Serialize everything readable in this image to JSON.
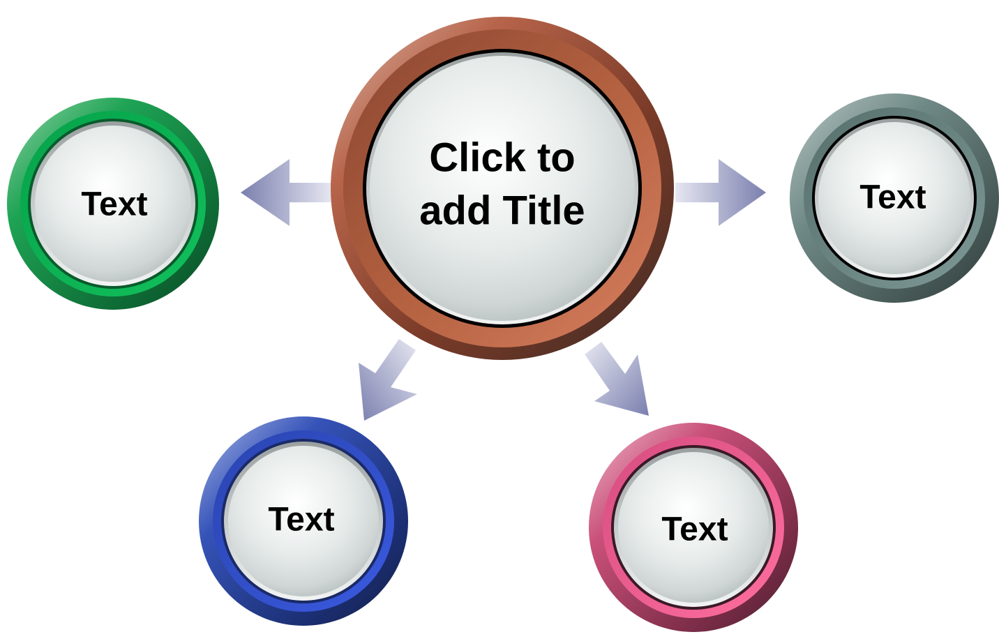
{
  "center": {
    "line1": "Click to",
    "line2": "add Title",
    "color": "#b2603f"
  },
  "nodes": [
    {
      "key": "green",
      "label": "Text",
      "color": "#00a651"
    },
    {
      "key": "gray",
      "label": "Text",
      "color": "#587472"
    },
    {
      "key": "blue",
      "label": "Text",
      "color": "#2f4fbf"
    },
    {
      "key": "pink",
      "label": "Text",
      "color": "#e0568a"
    }
  ],
  "arrow_color": "#7a7fae"
}
